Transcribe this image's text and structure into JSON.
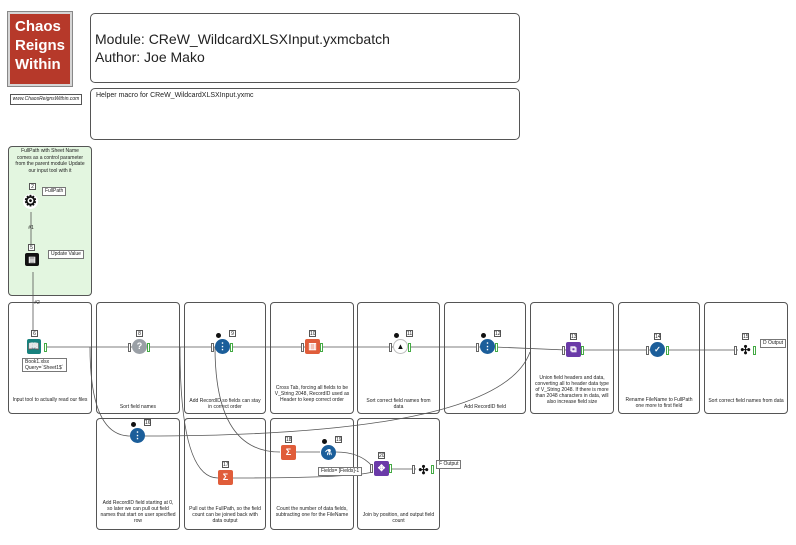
{
  "logo": {
    "line1": "Chaos",
    "line2": "Reigns",
    "line3": "Within"
  },
  "url": "www.ChaosReignsWithin.com",
  "header": {
    "module": "Module: CReW_WildcardXLSXInput.yxmcbatch",
    "author": "Author: Joe Mako"
  },
  "description": "Helper macro for CReW_WildcardXLSXInput.yxmc",
  "param_panel": {
    "note": "FullPath with Sheet Name comes as a control parameter from the parent module Update our input tool with it",
    "fullpath_label": "FullPath",
    "update_label": "Update Value",
    "hash1": "#1",
    "hash2": "#2"
  },
  "comments": {
    "input": "Input tool to actually read our files",
    "sort_names": "Sort field names",
    "recordid_order": "Add RecordID so fields can stay in correct order",
    "crosstab": "Cross Tab, forcing all fields to be V_String 2048, RecordID used as Header to keep correct order",
    "sort_data": "Sort correct field names from data",
    "add_recordid": "Add RecordID field",
    "union": "Union field headers and data, converting all to header data type of V_String 2048. If there is more than 2048 characters in data, will also increase field size",
    "rename": "Rename FileName to FullPath one more to first field",
    "sort_final": "Sort correct field names from data",
    "recordid_zero": "Add RecordID field starting at 0, so later we can pull out field names that start on user specified row",
    "pullout": "Pull out the FullPath, so the field count can be joined back with data output",
    "count": "Count the number of data fields, subtracting one for the FileName",
    "join": "Join by position, and output field count"
  },
  "labels": {
    "input_file": "Book1.xlsx",
    "input_query": "Query=`Sheet1$`",
    "formula": "Fields= [Fields]-1",
    "d_output": "D Output",
    "f_output": "F Output"
  },
  "tool_numbers": [
    "2",
    "5",
    "6",
    "8",
    "9",
    "10",
    "11",
    "12",
    "13",
    "14",
    "15",
    "16",
    "17",
    "18",
    "19",
    "20"
  ]
}
